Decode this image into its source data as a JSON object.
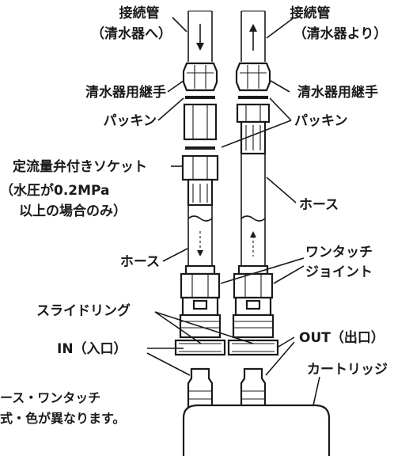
{
  "labels": {
    "pipe_in_name": "接続管",
    "pipe_in_sub": "（清水器へ）",
    "pipe_out_name": "接続管",
    "pipe_out_sub": "（清水器より）",
    "fitting_left": "清水器用継手",
    "fitting_right": "清水器用継手",
    "packing_left": "パッキン",
    "packing_right": "パッキン",
    "socket_name": "定流量弁付きソケット",
    "socket_note_1": "（水圧が0.2MPa",
    "socket_note_2": "以上の場合のみ）",
    "hose_right": "ホース",
    "hose_left": "ホース",
    "onetouch_1": "ワンタッチ",
    "onetouch_2": "ジョイント",
    "slide_ring": "スライドリング",
    "in_port": "IN（入口）",
    "out_port": "OUT（出口）",
    "cartridge": "カートリッジ",
    "footnote_1": "ース・ワンタッチ",
    "footnote_2": "式・色が異なります。"
  },
  "colors": {
    "ink": "#1a1a1a",
    "background": "#ffffff"
  }
}
